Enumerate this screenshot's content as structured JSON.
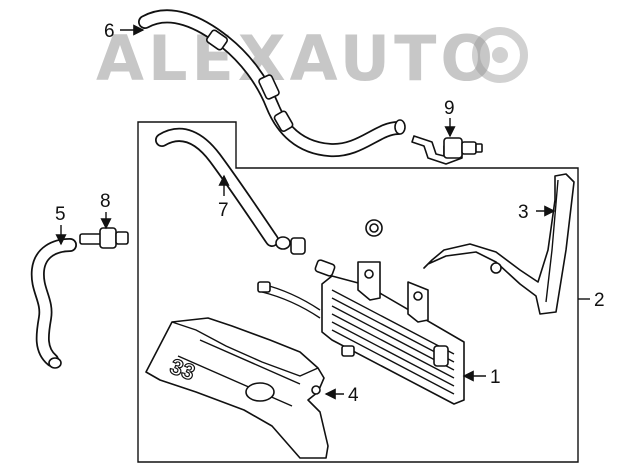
{
  "watermark": {
    "text": "ALEXAUTO",
    "color": "#9a9a9a"
  },
  "callouts": [
    {
      "id": "1",
      "label": "1"
    },
    {
      "id": "2",
      "label": "2"
    },
    {
      "id": "3",
      "label": "3"
    },
    {
      "id": "4",
      "label": "4"
    },
    {
      "id": "5",
      "label": "5"
    },
    {
      "id": "6",
      "label": "6"
    },
    {
      "id": "7",
      "label": "7"
    },
    {
      "id": "8",
      "label": "8"
    },
    {
      "id": "9",
      "label": "9"
    }
  ],
  "cover_marking": "33",
  "colors": {
    "line": "#111111",
    "background": "#ffffff"
  }
}
